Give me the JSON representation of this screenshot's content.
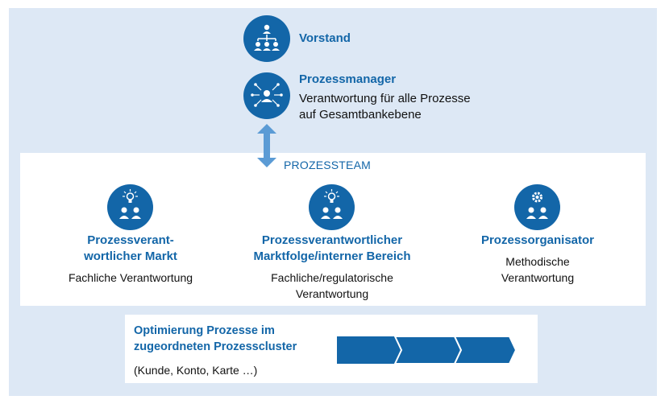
{
  "top": {
    "vorstand": {
      "title": "Vorstand",
      "icon": "org-chart-icon"
    },
    "prozessmanager": {
      "title": "Prozessmanager",
      "desc_line1": "Verantwortung für alle Prozesse",
      "desc_line2": "auf Gesamtbankebene",
      "icon": "manager-network-icon"
    }
  },
  "team": {
    "label": "PROZESSTEAM",
    "roles": [
      {
        "title_line1": "Prozessverant-",
        "title_line2": "wortlicher Markt",
        "desc_line1": "Fachliche Verantwortung",
        "desc_line2": "",
        "icon": "team-idea-icon"
      },
      {
        "title_line1": "Prozessverantwortlicher",
        "title_line2": "Marktfolge/interner Bereich",
        "desc_line1": "Fachliche/regulatorische",
        "desc_line2": "Verantwortung",
        "icon": "team-idea-icon"
      },
      {
        "title_line1": "Prozessorganisator",
        "title_line2": "",
        "desc_line1": "Methodische",
        "desc_line2": "Verantwortung",
        "icon": "team-gear-icon"
      }
    ]
  },
  "bottom": {
    "title_line1": "Optimierung Prozesse im",
    "title_line2": "zugeordneten Prozesscluster",
    "subtitle": "(Kunde, Konto, Karte …)"
  },
  "colors": {
    "primary": "#1366a8",
    "background": "#dde8f5",
    "arrow": "#5b9bd5"
  }
}
